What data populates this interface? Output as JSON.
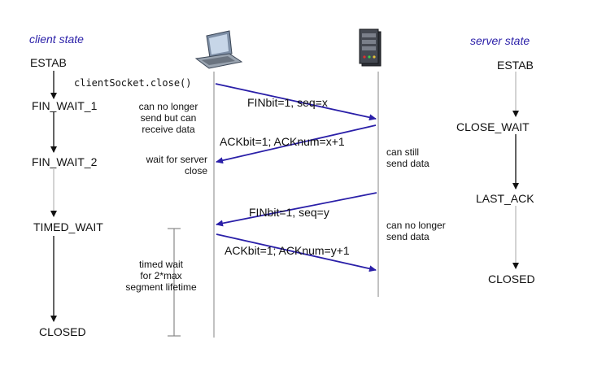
{
  "headers": {
    "client_state": "client state",
    "server_state": "server state"
  },
  "client_states": {
    "estab": "ESTAB",
    "fin_wait_1": "FIN_WAIT_1",
    "fin_wait_2": "FIN_WAIT_2",
    "timed_wait": "TIMED_WAIT",
    "closed": "CLOSED"
  },
  "server_states": {
    "estab": "ESTAB",
    "close_wait": "CLOSE_WAIT",
    "last_ack": "LAST_ACK",
    "closed": "CLOSED"
  },
  "client_call": "clientSocket.close()",
  "messages": {
    "fin_client": "FINbit=1, seq=x",
    "ack_server": "ACKbit=1; ACKnum=x+1",
    "fin_server": "FINbit=1, seq=y",
    "ack_client": "ACKbit=1; ACKnum=y+1"
  },
  "notes": {
    "no_longer_send_1": "can no longer",
    "no_longer_send_2": "send but can",
    "no_longer_send_3": "receive data",
    "wait_server_1": "wait for server",
    "wait_server_2": "close",
    "can_still_1": "can still",
    "can_still_2": "send data",
    "server_no_longer_1": "can no longer",
    "server_no_longer_2": "send data",
    "timed_wait_1": "timed wait",
    "timed_wait_2": "for 2*max",
    "timed_wait_3": "segment lifetime"
  },
  "icons": {
    "client": "laptop-icon",
    "server": "server-tower-icon"
  },
  "colors": {
    "header": "#2a1fa8",
    "message_arrow": "#2a1fa8",
    "state_arrow": "#111111",
    "timeline": "#9a9a9a"
  }
}
